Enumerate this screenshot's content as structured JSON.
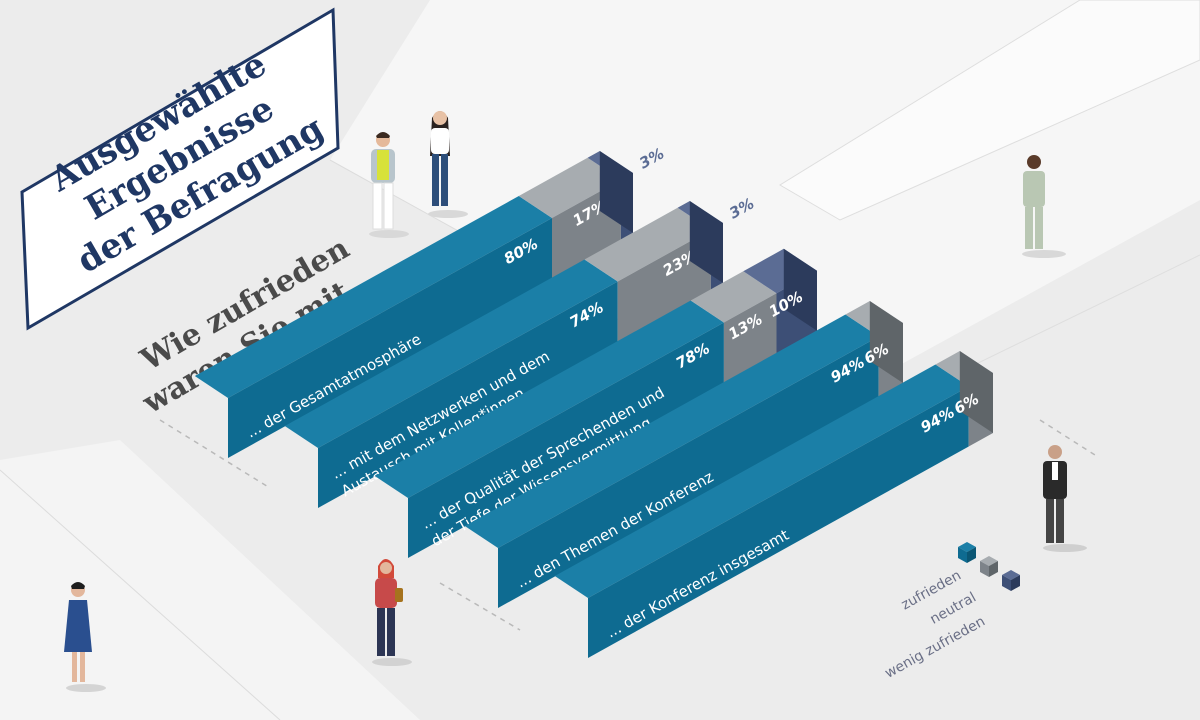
{
  "title_lines": [
    "Ausgewählte",
    "Ergebnisse",
    "der Befragung"
  ],
  "question_lines": [
    "Wie zufrieden",
    "waren Sie mit ..."
  ],
  "colors": {
    "background": "#ededed",
    "floor_light": "#f7f7f7",
    "floor_line": "#d8d8d8",
    "navy": "#1f3764",
    "zufrieden_front": "#0e6b91",
    "zufrieden_top": "#1b7fa7",
    "zufrieden_side": "#0a5674",
    "neutral_front": "#7d8389",
    "neutral_top": "#a7acb0",
    "neutral_side": "#5f6569",
    "wenig_front": "#3d4f76",
    "wenig_top": "#5b6c94",
    "wenig_side": "#2c3b5c",
    "question_text": "#4a4a4a"
  },
  "legend": {
    "items": [
      {
        "label": "zufrieden",
        "color_key": "zufrieden"
      },
      {
        "label": "neutral",
        "color_key": "neutral"
      },
      {
        "label": "wenig zufrieden",
        "color_key": "wenig"
      }
    ]
  },
  "chart_data": {
    "type": "bar",
    "orientation": "isometric stacked horizontal",
    "title": "Ausgewählte Ergebnisse der Befragung",
    "question": "Wie zufrieden waren Sie mit ...",
    "unit": "%",
    "categories": [
      "... der Gesamtatmosphäre",
      "... mit dem Netzwerken und dem Austausch mit Kolleg*innen",
      "... der Qualität der Sprechenden und der Tiefe der Wissensvermittlung",
      "... den Themen der Konferenz",
      "... der Konferenz insgesamt"
    ],
    "category_lines": [
      [
        "... der Gesamtatmosphäre"
      ],
      [
        "... mit dem Netzwerken und dem",
        "Austausch mit Kolleg*innen"
      ],
      [
        "... der Qualität der Sprechenden und",
        "der Tiefe der Wissensvermittlung"
      ],
      [
        "... den Themen der Konferenz"
      ],
      [
        "... der Konferenz insgesamt"
      ]
    ],
    "series": [
      {
        "name": "zufrieden",
        "values": [
          80,
          74,
          78,
          94,
          94
        ]
      },
      {
        "name": "neutral",
        "values": [
          17,
          23,
          13,
          6,
          6
        ]
      },
      {
        "name": "wenig zufrieden",
        "values": [
          3,
          3,
          10,
          0,
          0
        ]
      }
    ],
    "value_labels": [
      [
        "80%",
        "17%",
        "3%"
      ],
      [
        "74%",
        "23%",
        "3%"
      ],
      [
        "78%",
        "13%",
        "10%"
      ],
      [
        "94%",
        "6%",
        ""
      ],
      [
        "94%",
        "6%",
        ""
      ]
    ],
    "legend_position": "bottom-right"
  }
}
